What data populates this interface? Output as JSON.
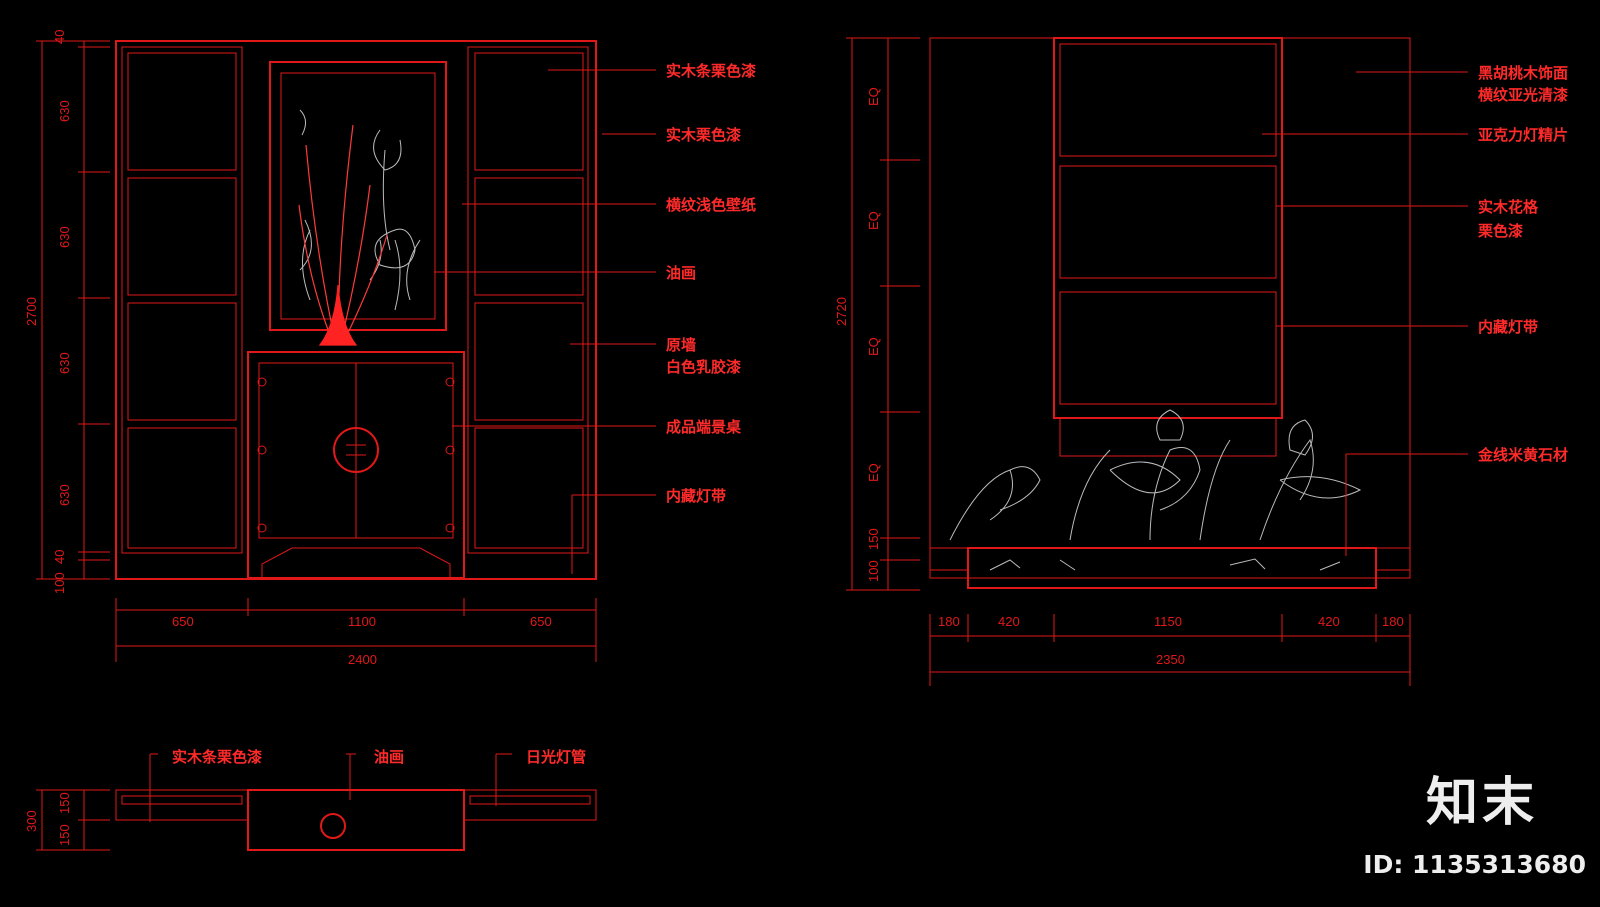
{
  "left_elevation": {
    "labels": [
      "实木条栗色漆",
      "实木栗色漆",
      "横纹浅色壁纸",
      "油画",
      "原墙",
      "白色乳胶漆",
      "成品端景桌",
      "内藏灯带"
    ],
    "vertical_dims": [
      "40",
      "630",
      "630",
      "630",
      "630",
      "40",
      "100"
    ],
    "total_height": "2700",
    "horizontal_dims": [
      "650",
      "1100",
      "650"
    ],
    "total_width": "2400"
  },
  "right_elevation": {
    "labels": [
      "黑胡桃木饰面",
      "横纹亚光清漆",
      "亚克力灯精片",
      "实木花格",
      "栗色漆",
      "内藏灯带",
      "金线米黄石材"
    ],
    "vertical_dims": [
      "EQ",
      "EQ",
      "EQ",
      "EQ",
      "150",
      "100"
    ],
    "total_height": "2720",
    "horizontal_dims": [
      "180",
      "420",
      "1150",
      "420",
      "180"
    ],
    "total_width": "2350"
  },
  "plan": {
    "labels": [
      "实木条栗色漆",
      "油画",
      "日光灯管"
    ],
    "dims": [
      "150",
      "150"
    ],
    "total": "300"
  },
  "watermark": {
    "logo": "知末",
    "id": "ID: 1135313680"
  },
  "colors": {
    "background": "#000000",
    "line": "#e01818",
    "text": "#ff2a2a",
    "detail": "#bbbbbb"
  }
}
